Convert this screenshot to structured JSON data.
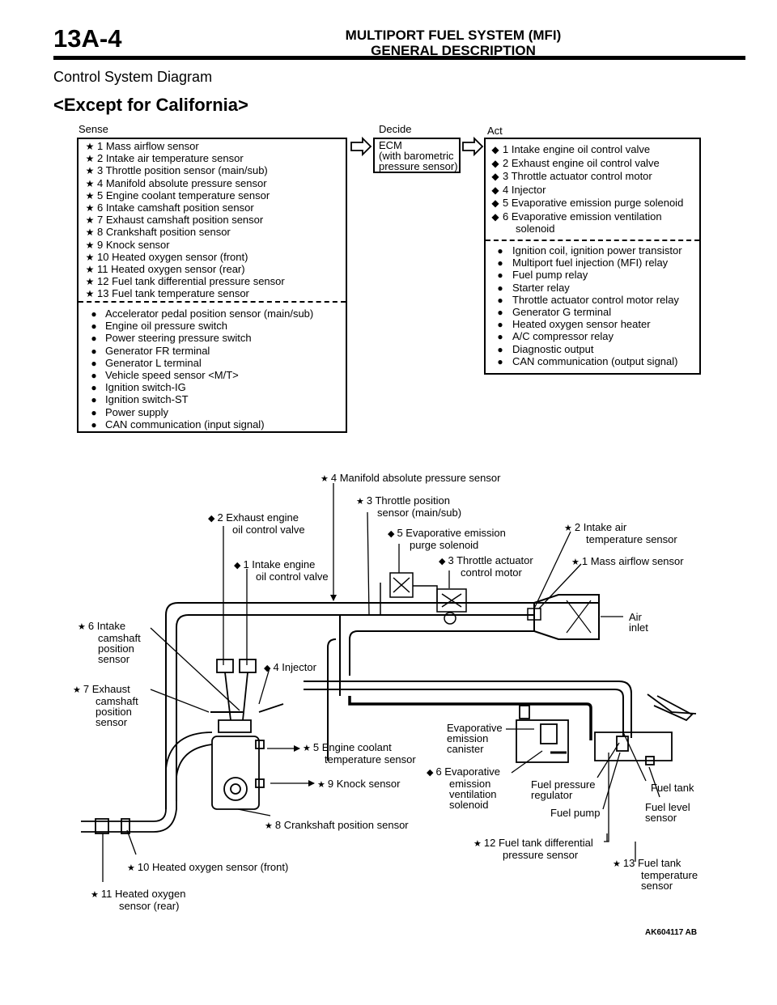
{
  "header": {
    "page_number": "13A-4",
    "title": "MULTIPORT FUEL SYSTEM (MFI)",
    "subtitle": "GENERAL DESCRIPTION"
  },
  "section_title": "Control System Diagram",
  "variant_title": "<Except for California>",
  "columns": {
    "sense": "Sense",
    "decide": "Decide",
    "act": "Act"
  },
  "sense_items": [
    "1   Mass airflow sensor",
    "2   Intake air temperature sensor",
    "3   Throttle position sensor (main/sub)",
    "4   Manifold absolute pressure sensor",
    "5   Engine coolant temperature sensor",
    "6   Intake camshaft position sensor",
    "7   Exhaust camshaft position sensor",
    "8   Crankshaft position sensor",
    "9   Knock sensor",
    "10 Heated oxygen sensor (front)",
    "11 Heated oxygen sensor (rear)",
    "12 Fuel tank differential pressure sensor",
    "13 Fuel tank temperature sensor"
  ],
  "sense_other": [
    "Accelerator pedal position sensor (main/sub)",
    "Engine oil pressure switch",
    "Power steering pressure switch",
    "Generator FR terminal",
    "Generator L terminal",
    "Vehicle speed sensor <M/T>",
    "Ignition switch-IG",
    "Ignition switch-ST",
    "Power supply",
    "CAN communication (input signal)"
  ],
  "ecm": {
    "line1": "ECM",
    "line2": "(with barometric",
    "line3": "pressure sensor)"
  },
  "act_items": [
    "1   Intake engine oil control valve",
    "2   Exhaust engine oil control valve",
    "3   Throttle actuator control motor",
    "4   Injector",
    "5   Evaporative emission purge solenoid",
    "6   Evaporative emission ventilation"
  ],
  "act_item6_cont": "solenoid",
  "act_other": [
    "Ignition coil, ignition power transistor",
    "Multiport fuel injection (MFI) relay",
    "Fuel pump relay",
    "Starter relay",
    "Throttle actuator control motor relay",
    "Generator G terminal",
    "Heated oxygen sensor heater",
    "A/C compressor relay",
    "Diagnostic output",
    "CAN communication (output signal)"
  ],
  "markers": {
    "star": "★",
    "diamond": "◆",
    "dot": "●"
  },
  "callouts": {
    "map": "4  Manifold absolute pressure sensor",
    "tps1": "3  Throttle position",
    "tps2": "sensor (main/sub)",
    "exh_ocv1": "2  Exhaust engine",
    "exh_ocv2": "oil control valve",
    "purge1": "5  Evaporative emission",
    "purge2": "purge solenoid",
    "iat1": "2  Intake air",
    "iat2": "temperature sensor",
    "int_ocv1": "1  Intake engine",
    "int_ocv2": "oil control valve",
    "tacm1": "3  Throttle actuator",
    "tacm2": "control motor",
    "maf": "1  Mass airflow sensor",
    "air1": "Air",
    "air2": "inlet",
    "icam1": "6  Intake",
    "icam2": "camshaft",
    "icam3": "position",
    "icam4": "sensor",
    "injector": "4  Injector",
    "ecam1": "7  Exhaust",
    "ecam2": "camshaft",
    "ecam3": "position",
    "ecam4": "sensor",
    "canister1": "Evaporative",
    "canister2": "emission",
    "canister3": "canister",
    "ect1": "5  Engine coolant",
    "ect2": "temperature sensor",
    "vent1": "6  Evaporative",
    "vent2": "emission",
    "vent3": "ventilation",
    "vent4": "solenoid",
    "fpr1": "Fuel pressure",
    "fpr2": "regulator",
    "fuel_tank": "Fuel tank",
    "knock": "9  Knock sensor",
    "fuel_pump": "Fuel pump",
    "fuel_level1": "Fuel level",
    "fuel_level2": "sensor",
    "ckp": "8  Crankshaft position sensor",
    "ftdp1": "12  Fuel tank differential",
    "ftdp2": "pressure sensor",
    "ho2f": "10  Heated oxygen sensor (front)",
    "ftt1": "13  Fuel tank",
    "ftt2": "temperature",
    "ftt3": "sensor",
    "ho2r1": "11  Heated oxygen",
    "ho2r2": "sensor (rear)"
  },
  "figure_code": "AK604117 AB"
}
